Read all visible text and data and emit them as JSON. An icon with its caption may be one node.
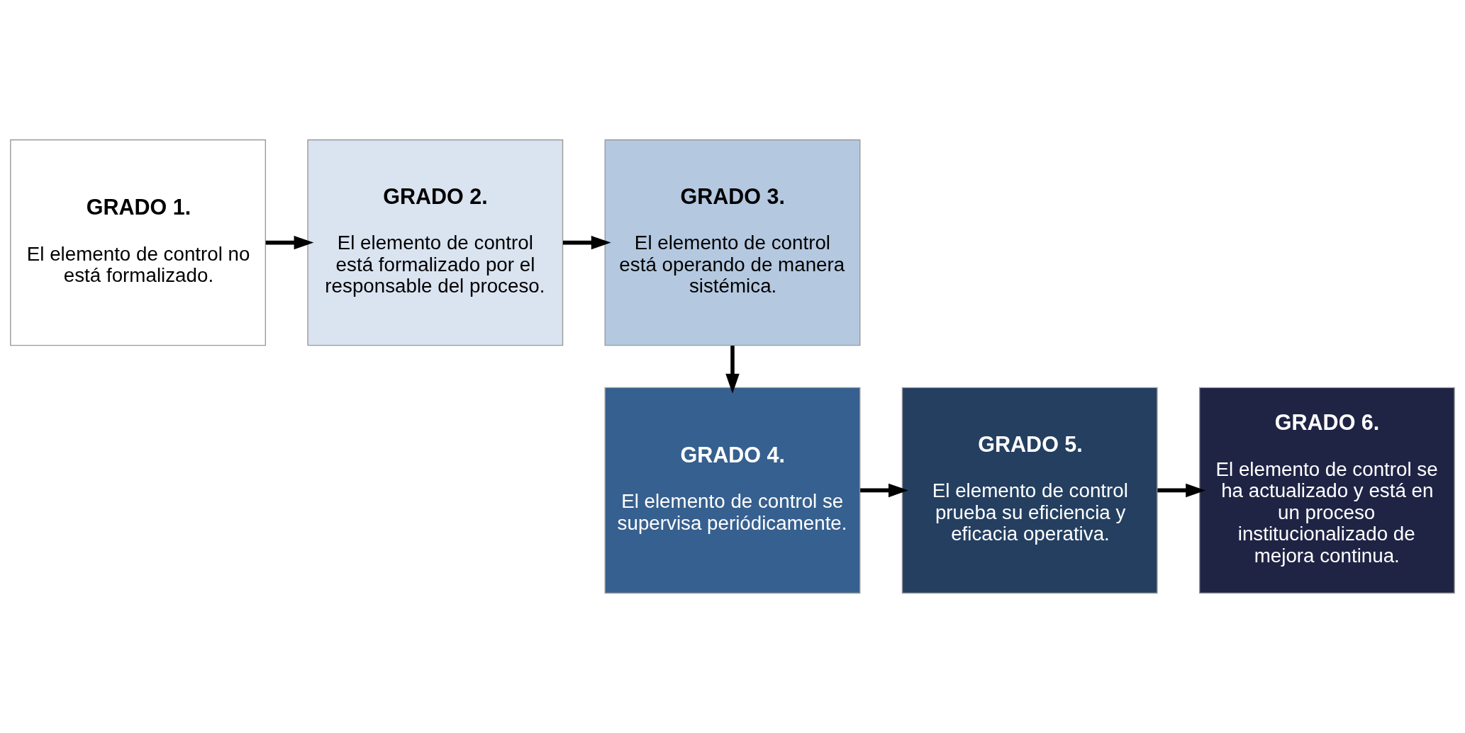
{
  "diagram": {
    "nodes": [
      {
        "text": [
          "GRADO 1.",
          "El elemento de control no está formalizado."
        ]
      },
      {
        "text": [
          "GRADO 2.",
          "El elemento de control está formalizado por el responsable del proceso."
        ]
      },
      {
        "text": [
          "GRADO 3.",
          "El elemento de control está operando de manera sistémica."
        ]
      },
      {
        "text": [
          "GRADO 4.",
          "El elemento de control se supervisa periódicamente."
        ]
      },
      {
        "text": [
          "GRADO 5.",
          "El elemento de control prueba su eficiencia y eficacia operativa."
        ]
      },
      {
        "text": [
          "GRADO 6.",
          "El elemento de control se ha actualizado y está en un proceso institucionalizado de mejora continua."
        ]
      }
    ],
    "edges": [
      {
        "from": 0,
        "to": 1,
        "arrow": "to"
      },
      {
        "from": 1,
        "to": 2,
        "arrow": "to"
      },
      {
        "from": 2,
        "to": 3,
        "arrow": "to"
      },
      {
        "from": 3,
        "to": 4,
        "arrow": "to"
      },
      {
        "from": 4,
        "to": 5,
        "arrow": "to"
      }
    ]
  }
}
